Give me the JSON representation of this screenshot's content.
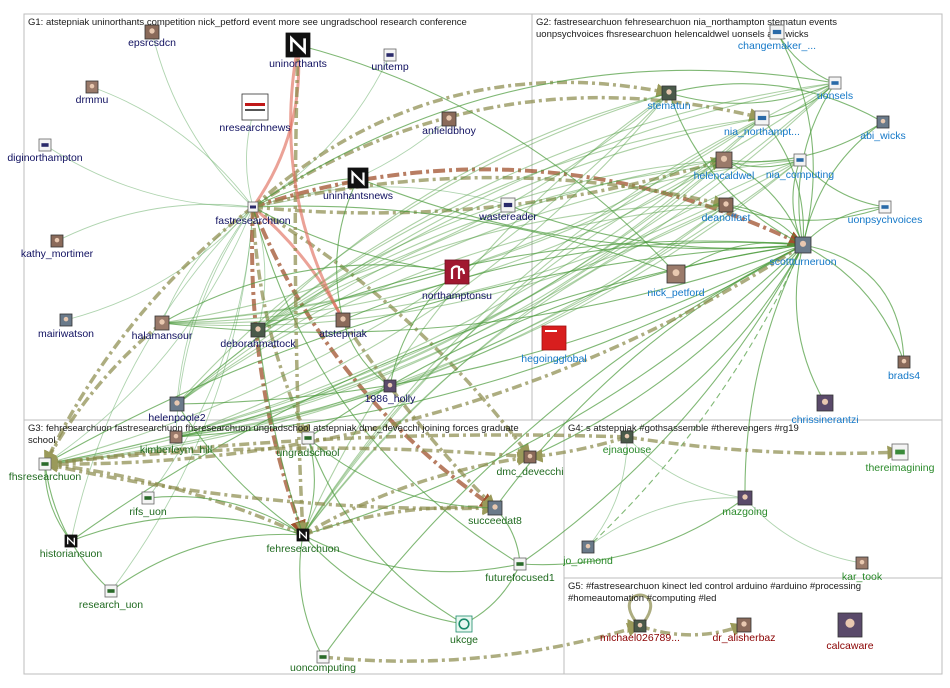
{
  "groups": [
    {
      "id": "g1",
      "label": "G1: atstepniak uninorthants competition nick_petford event more see ungradschool research conference",
      "label2": ""
    },
    {
      "id": "g2",
      "label": "G2: fastresearchuon fehresearchuon nia_northampton stematun events",
      "label2": "uonpsychvoices fhsresearchuon helencaldwel uonsels abi_wicks"
    },
    {
      "id": "g3",
      "label": "G3: fehresearchuon fastresearchuon fhsresearchuon ungradschool atstepniak dmc_devecchi joining forces graduate",
      "label2": "school"
    },
    {
      "id": "g4",
      "label": "G4: s atstepniak #gothsassemble #therevengers #rg19",
      "label2": ""
    },
    {
      "id": "g5",
      "label": "G5: #fastresearchuon kinect led control arduino #arduino #processing",
      "label2": "#homeautomation #computing #led"
    }
  ],
  "nodes": [
    {
      "id": "epsrcsdcn",
      "label": "epsrcsdcn",
      "group": "g1",
      "icon": "photo-icon"
    },
    {
      "id": "uninorthants",
      "label": "uninorthants",
      "group": "g1",
      "icon": "uon-logo-icon"
    },
    {
      "id": "unitemp",
      "label": "unitemp",
      "group": "g1",
      "icon": "logo-icon"
    },
    {
      "id": "drmmu",
      "label": "drmmu",
      "group": "g1",
      "icon": "photo-icon"
    },
    {
      "id": "nresearchnews",
      "label": "nresearchnews",
      "group": "g1",
      "icon": "nature-logo-icon"
    },
    {
      "id": "anfieldbhoy",
      "label": "anfieldbhoy",
      "group": "g1",
      "icon": "photo-icon"
    },
    {
      "id": "diginorthampton",
      "label": "diginorthampton",
      "group": "g1",
      "icon": "logo-icon"
    },
    {
      "id": "uninhantsnews",
      "label": "uninhantsnews",
      "group": "g1",
      "icon": "uon-logo-icon"
    },
    {
      "id": "fastresearchuon",
      "label": "fastresearchuon",
      "group": "g1",
      "icon": "logo-icon"
    },
    {
      "id": "wastereader",
      "label": "wastereader",
      "group": "g1",
      "icon": "logo-icon"
    },
    {
      "id": "kathy_mortimer",
      "label": "kathy_mortimer",
      "group": "g1",
      "icon": "photo-icon"
    },
    {
      "id": "northamptonsu",
      "label": "northamptonsu",
      "group": "g1",
      "icon": "su-logo-icon"
    },
    {
      "id": "mairiwatson",
      "label": "mairiwatson",
      "group": "g1",
      "icon": "photo-icon"
    },
    {
      "id": "halamansour",
      "label": "halamansour",
      "group": "g1",
      "icon": "photo-icon"
    },
    {
      "id": "deborahmattock",
      "label": "deborahmattock",
      "group": "g1",
      "icon": "photo-icon"
    },
    {
      "id": "atstepniak",
      "label": "atstepniak",
      "group": "g1",
      "icon": "photo-icon"
    },
    {
      "id": "holly1986",
      "label": "1986_holly",
      "group": "g1",
      "icon": "photo-icon"
    },
    {
      "id": "helenpoole2",
      "label": "helenpoole2",
      "group": "g1",
      "icon": "photo-icon"
    },
    {
      "id": "changemaker",
      "label": "changemaker_...",
      "group": "g2",
      "icon": "logo-icon"
    },
    {
      "id": "stematun",
      "label": "stematun",
      "group": "g2",
      "icon": "photo-icon"
    },
    {
      "id": "uonsels",
      "label": "uonsels",
      "group": "g2",
      "icon": "logo-icon"
    },
    {
      "id": "nia_northampt",
      "label": "nia_northampt...",
      "group": "g2",
      "icon": "logo-icon"
    },
    {
      "id": "abi_wicks",
      "label": "abi_wicks",
      "group": "g2",
      "icon": "photo-icon"
    },
    {
      "id": "helencaldwel",
      "label": "helencaldwel",
      "group": "g2",
      "icon": "photo-icon"
    },
    {
      "id": "nia_computing",
      "label": "nia_computing",
      "group": "g2",
      "icon": "logo-icon"
    },
    {
      "id": "deanoffast",
      "label": "deanoffast",
      "group": "g2",
      "icon": "photo-icon"
    },
    {
      "id": "uonpsychvoices",
      "label": "uonpsychvoices",
      "group": "g2",
      "icon": "logo-icon"
    },
    {
      "id": "scottturneruon",
      "label": "scottturneruon",
      "group": "g2",
      "icon": "photo-icon"
    },
    {
      "id": "nick_petford",
      "label": "nick_petford",
      "group": "g2",
      "icon": "photo-icon"
    },
    {
      "id": "hegoingglobal",
      "label": "hegoingglobal",
      "group": "g2",
      "icon": "red-logo-icon"
    },
    {
      "id": "brads4",
      "label": "brads4",
      "group": "g2",
      "icon": "photo-icon"
    },
    {
      "id": "chrissinerantzi",
      "label": "chrissinerantzi",
      "group": "g2",
      "icon": "photo-icon"
    },
    {
      "id": "fhsresearchuon",
      "label": "fhsresearchuon",
      "group": "g3",
      "icon": "logo-icon"
    },
    {
      "id": "kimberleym_hill",
      "label": "kimberleym_hill",
      "group": "g3",
      "icon": "photo-icon"
    },
    {
      "id": "ungradschool",
      "label": "ungradschool",
      "group": "g3",
      "icon": "logo-icon"
    },
    {
      "id": "dmc_devecchi",
      "label": "dmc_devecchi",
      "group": "g3",
      "icon": "photo-icon"
    },
    {
      "id": "rifs_uon",
      "label": "rifs_uon",
      "group": "g3",
      "icon": "logo-icon"
    },
    {
      "id": "succeedat8",
      "label": "succeedat8",
      "group": "g3",
      "icon": "photo-icon"
    },
    {
      "id": "historiansuon",
      "label": "historiansuon",
      "group": "g3",
      "icon": "uon-logo-icon"
    },
    {
      "id": "fehresearchuon",
      "label": "fehresearchuon",
      "group": "g3",
      "icon": "uon-logo-icon"
    },
    {
      "id": "research_uon",
      "label": "research_uon",
      "group": "g3",
      "icon": "logo-icon"
    },
    {
      "id": "futurefocused1",
      "label": "futurefocused1",
      "group": "g3",
      "icon": "logo-icon"
    },
    {
      "id": "ukcge",
      "label": "ukcge",
      "group": "g3",
      "icon": "ukcge-logo-icon"
    },
    {
      "id": "uoncomputing",
      "label": "uoncomputing",
      "group": "g3",
      "icon": "logo-icon"
    },
    {
      "id": "ejnagouse",
      "label": "ejnagouse",
      "group": "g4",
      "icon": "photo-icon"
    },
    {
      "id": "thereimagining",
      "label": "thereimagining",
      "group": "g4",
      "icon": "logo-icon"
    },
    {
      "id": "mazgoing",
      "label": "mazgoing",
      "group": "g4",
      "icon": "photo-icon"
    },
    {
      "id": "jo_ormond",
      "label": "jo_ormond",
      "group": "g4",
      "icon": "photo-icon"
    },
    {
      "id": "kar_took",
      "label": "kar_took",
      "group": "g4",
      "icon": "photo-icon"
    },
    {
      "id": "michael026789",
      "label": "michael026789...",
      "group": "g5",
      "icon": "photo-icon"
    },
    {
      "id": "dr_alisherbaz",
      "label": "dr_alisherbaz",
      "group": "g5",
      "icon": "photo-icon"
    },
    {
      "id": "calcaware",
      "label": "calcaware",
      "group": "g5",
      "icon": "photo-icon"
    }
  ],
  "colors": {
    "edge_green": "#4a9a3a",
    "edge_olive": "#8a8a4a",
    "edge_brown": "#a0522d",
    "edge_salmon": "#e07060",
    "edge_light": "#7ab87a"
  }
}
